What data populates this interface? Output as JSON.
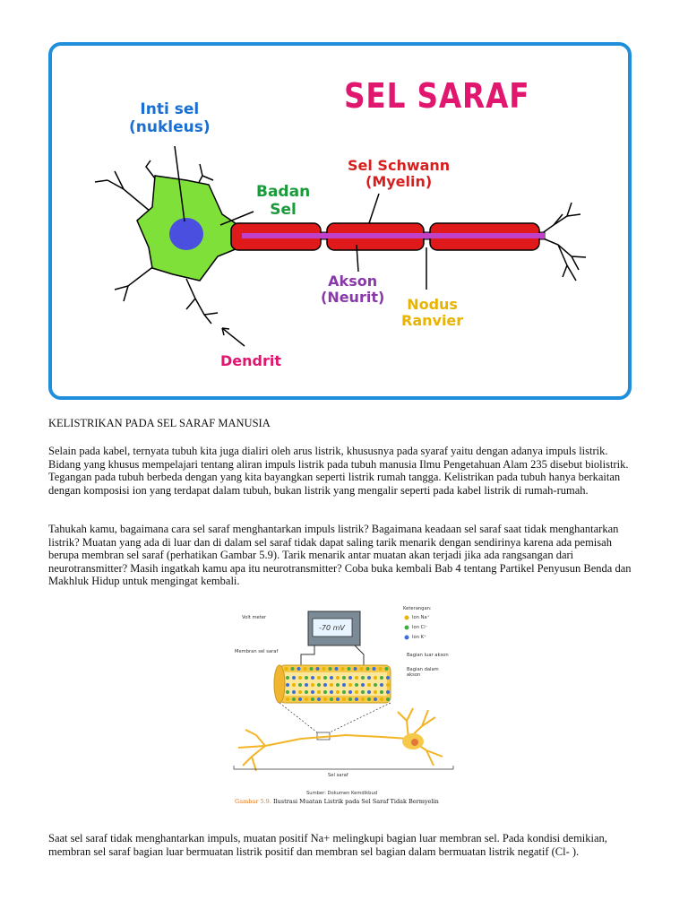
{
  "diagram": {
    "title": "SEL SARAF",
    "labels": {
      "nucleus_line1": "Inti sel",
      "nucleus_line2": "(nukleus)",
      "badan_line1": "Badan",
      "badan_line2": "Sel",
      "schwann_line1": "Sel Schwann",
      "schwann_line2": "(Myelin)",
      "akson_line1": "Akson",
      "akson_line2": "(Neurit)",
      "nodus_line1": "Nodus",
      "nodus_line2": "Ranvier",
      "dendrit": "Dendrit"
    },
    "colors": {
      "frame": "#1f8fdc",
      "title": "#e0166f",
      "nucleus_label": "#1a6fd0",
      "badan_label": "#1a9a3a",
      "schwann_label": "#d62020",
      "akson_label": "#8a3aa8",
      "nodus_label": "#e8b400",
      "dendrit_label": "#e0166f",
      "cell_body": "#7fe03a",
      "nucleus": "#4b4fe0",
      "myelin": "#e01a1a",
      "axon": "#c040c8"
    }
  },
  "article": {
    "heading": "KELISTRIKAN PADA SEL SARAF MANUSIA",
    "paragraph1": "Selain pada kabel, ternyata tubuh kita juga dialiri oleh arus listrik, khususnya pada syaraf yaitu dengan adanya impuls listrik. Bidang yang khusus mempelajari tentang aliran impuls listrik pada tubuh manusia Ilmu Pengetahuan Alam 235 disebut biolistrik. Tegangan pada tubuh berbeda dengan yang kita bayangkan seperti listrik rumah tangga. Kelistrikan pada tubuh hanya berkaitan dengan komposisi ion yang terdapat dalam tubuh, bukan listrik yang mengalir seperti pada kabel listrik di rumah-rumah.",
    "paragraph2": "Tahukah kamu, bagaimana cara sel saraf menghantarkan impuls listrik? Bagaimana keadaan sel saraf saat tidak menghantarkan listrik? Muatan yang ada di luar dan di dalam sel saraf tidak dapat saling tarik menarik dengan sendirinya karena ada pemisah berupa membran sel saraf (perhatikan Gambar 5.9). Tarik menarik antar muatan akan terjadi jika ada rangsangan dari neurotransmitter? Masih ingatkah kamu apa itu neurotransmitter? Coba buka kembali Bab 4 tentang Partikel Penyusun Benda dan Makhluk Hidup untuk mengingat kembali.",
    "paragraph3": "Saat sel saraf tidak menghantarkan impuls, muatan positif Na+ melingkupi bagian luar membran sel. Pada kondisi demikian, membran sel saraf bagian luar bermuatan listrik positif dan membran sel bagian dalam bermuatan listrik negatif (Cl- )."
  },
  "figure": {
    "voltmeter_label": "Volt meter",
    "voltmeter_reading": "-70 mV",
    "legend_title": "Keterangan:",
    "legend_na": "Ion Na⁺",
    "legend_cl": "Ion Cl⁻",
    "legend_k": "Ion K⁺",
    "membran_label": "Membran sel saraf",
    "outer_label": "Bagian luar akson",
    "inner_label_line1": "Bagian dalam",
    "inner_label_line2": "akson",
    "cell_label": "Sel saraf",
    "source": "Sumber: Dokumen Kemdikbud",
    "caption_num": "Gambar 5.9.",
    "caption_text": "Ilustrasi Muatan Listrik pada Sel Saraf Tidak Bermyelin"
  }
}
